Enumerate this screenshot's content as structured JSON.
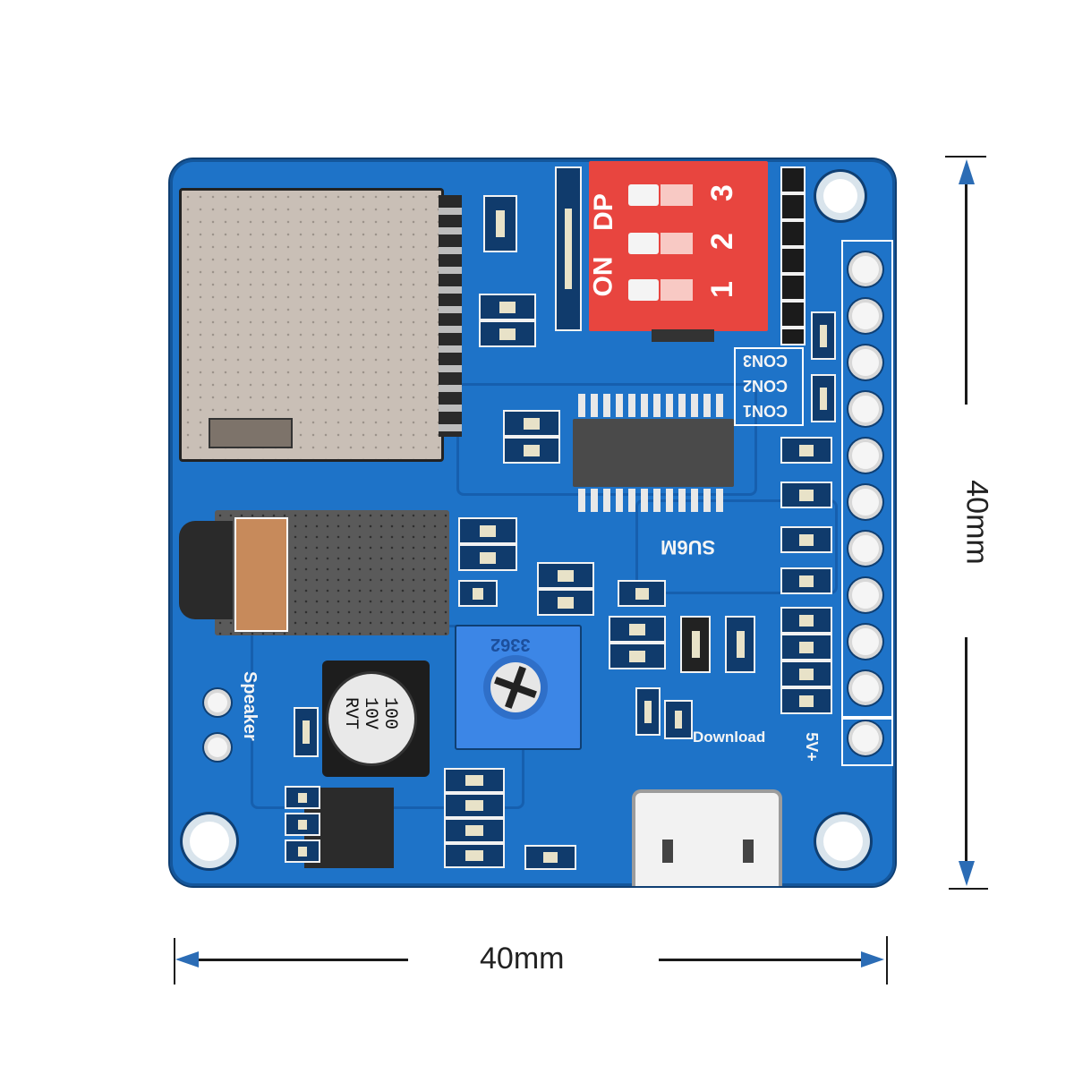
{
  "image": {
    "subject": "MP3 sound module PCB with dimension annotations",
    "colors": {
      "pcb_blue": "#1e73c8",
      "dip_switch_red": "#e8453f",
      "arrow_blue": "#2b6cb5",
      "background": "#ffffff"
    }
  },
  "dip_switch": {
    "label_on": "ON",
    "label_dp": "DP",
    "positions": [
      "1",
      "2",
      "3"
    ]
  },
  "silkscreen": {
    "con_labels": [
      "CON3",
      "CON2",
      "CON1"
    ],
    "chip_label": "SU6M",
    "speaker_label": "Speaker",
    "download_label": "Download",
    "power_label": "5V+",
    "pot_label": "3362",
    "capacitor_lines": [
      "100",
      "10V",
      "RVT"
    ]
  },
  "dimensions": {
    "width_label": "40mm",
    "height_label": "40mm"
  }
}
